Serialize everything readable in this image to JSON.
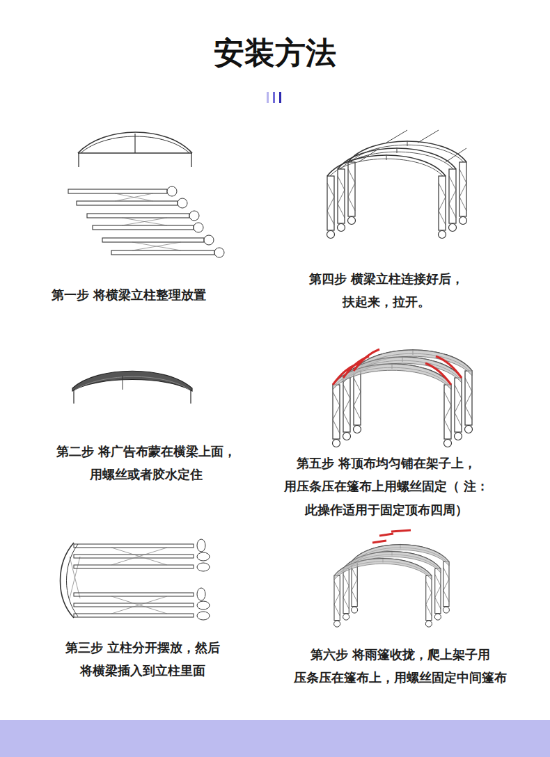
{
  "diagram": {
    "title": "安装方法",
    "labels": [
      "第一步 将横梁立柱整理放置",
      "第四步 横梁立柱连接好后， 扶起来，拉开。",
      "第二步 将广告布蒙在横梁上面， 用螺丝或者胶水定住",
      "第五步 将顶布均匀铺在架子上， 用压条压在篷布上用螺丝固定（ 注：此操作适用于固定顶布四周）",
      "第三步 立柱分开摆放，然后 将横梁插入到立柱里面",
      "第六步 将雨篷收拢，爬上架子用 压条压在篷布上，用螺丝固定中间篷布"
    ]
  }
}
